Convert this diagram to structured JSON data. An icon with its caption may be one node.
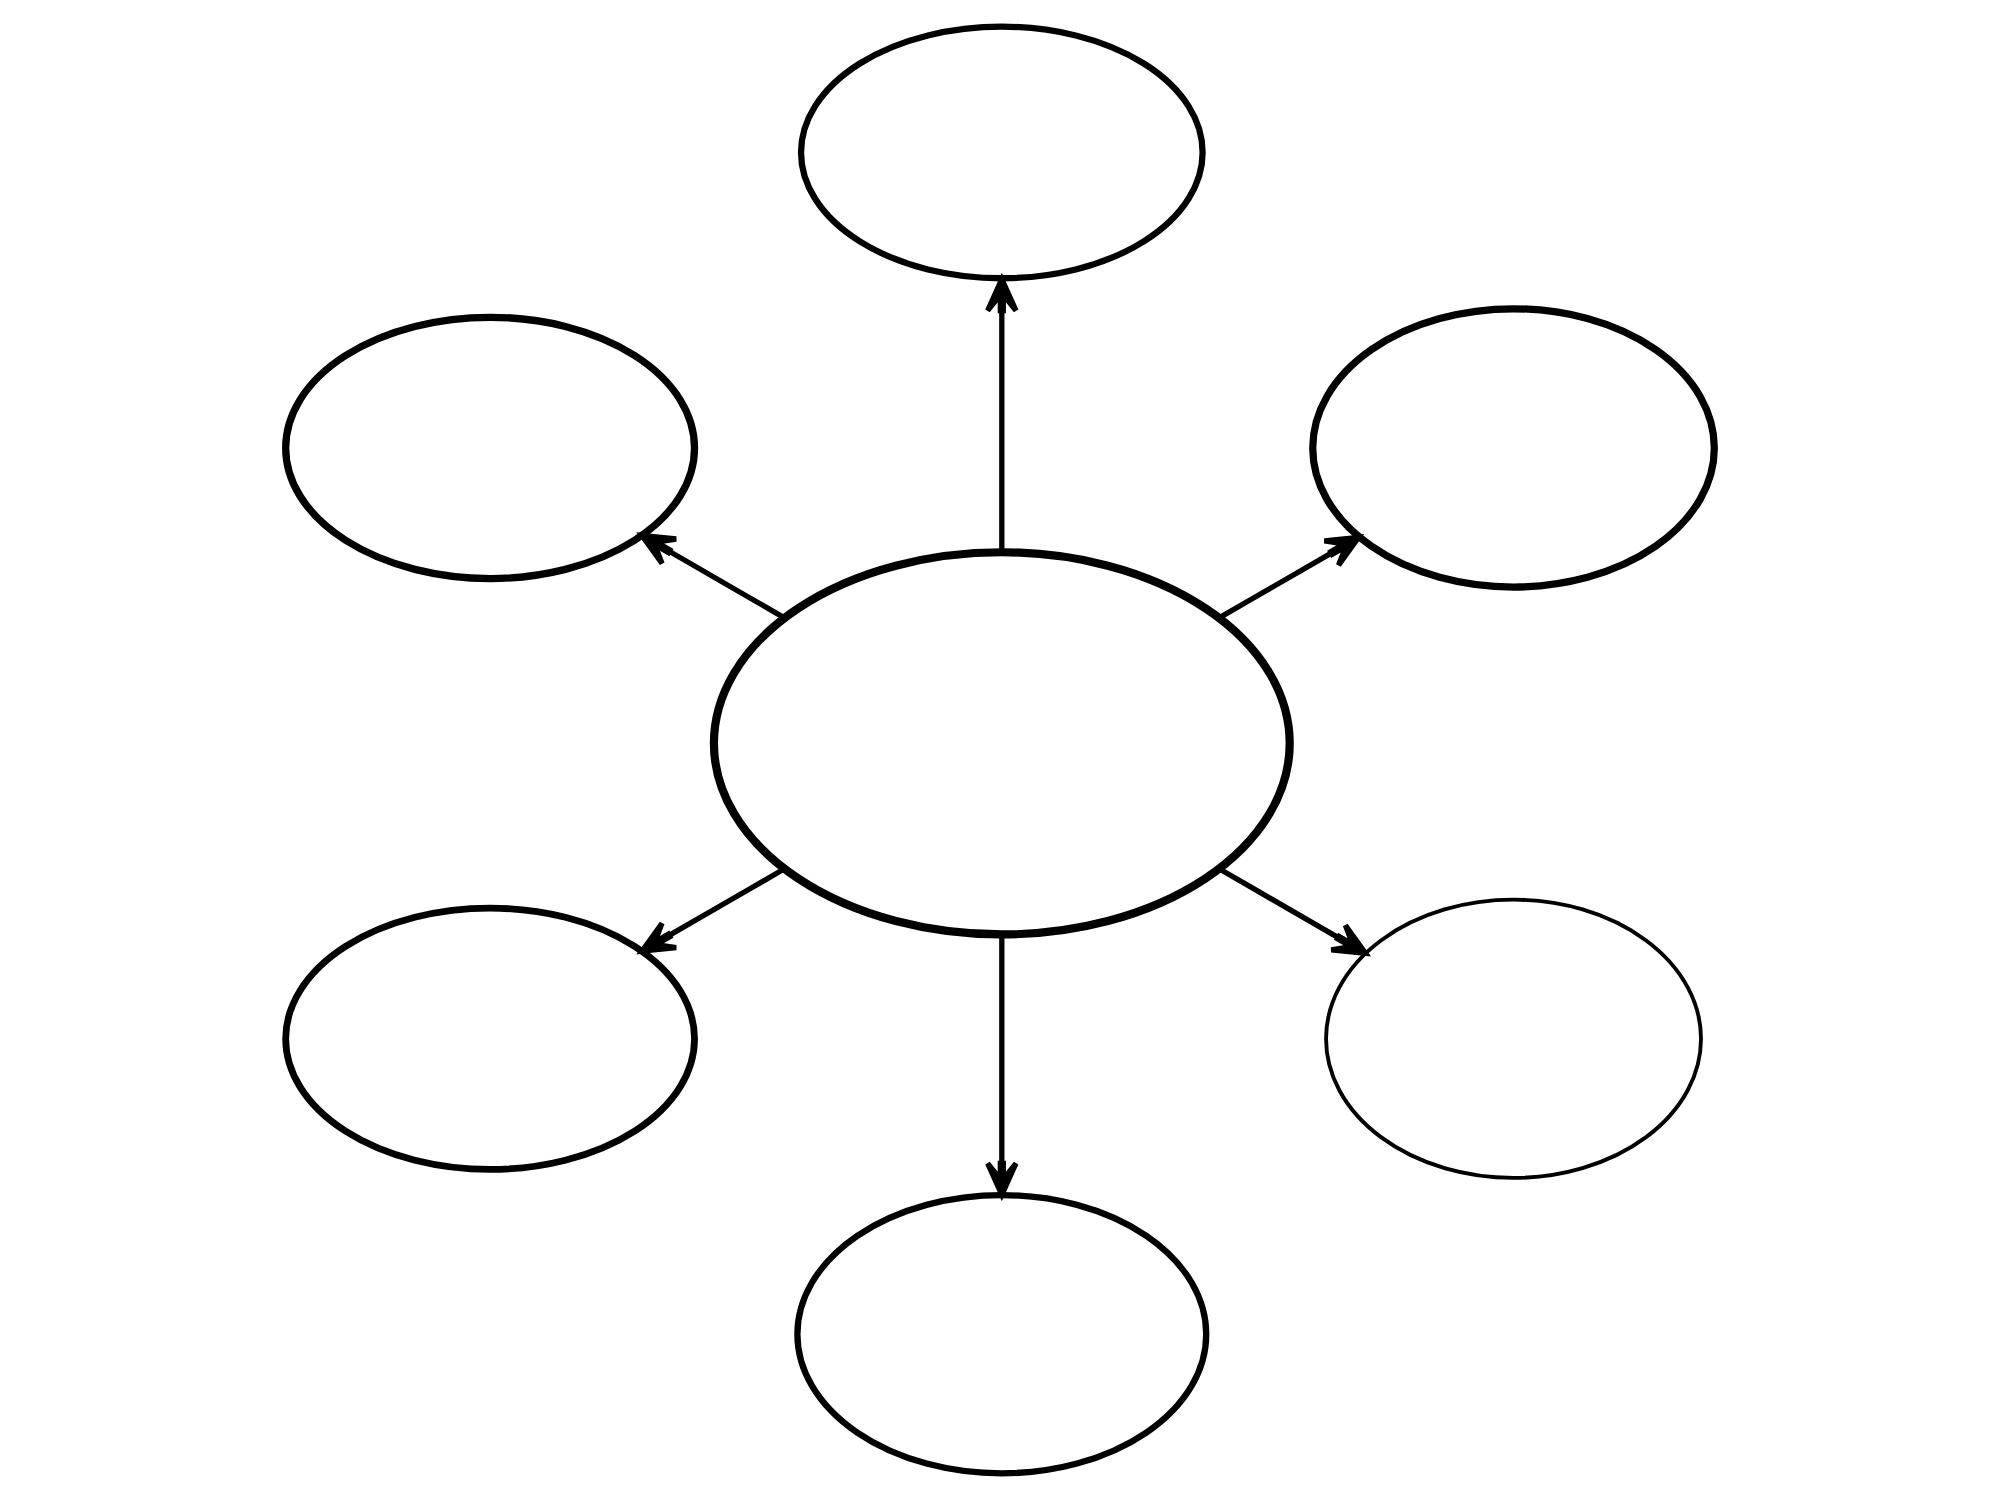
{
  "diagram": {
    "nodes": [
      {
        "text": [],
        "shape": "ellipse"
      },
      {
        "text": [],
        "shape": "ellipse"
      },
      {
        "text": [],
        "shape": "ellipse"
      },
      {
        "text": [],
        "shape": "ellipse"
      },
      {
        "text": [],
        "shape": "ellipse"
      },
      {
        "text": [],
        "shape": "ellipse"
      },
      {
        "text": [],
        "shape": "ellipse"
      }
    ],
    "edges": [
      {
        "from": 3,
        "to": 0,
        "arrow": "to"
      },
      {
        "from": 3,
        "to": 1,
        "arrow": "to"
      },
      {
        "from": 3,
        "to": 2,
        "arrow": "to"
      },
      {
        "from": 3,
        "to": 4,
        "arrow": "to"
      },
      {
        "from": 3,
        "to": 5,
        "arrow": "to"
      },
      {
        "from": 3,
        "to": 6,
        "arrow": "to"
      }
    ]
  }
}
